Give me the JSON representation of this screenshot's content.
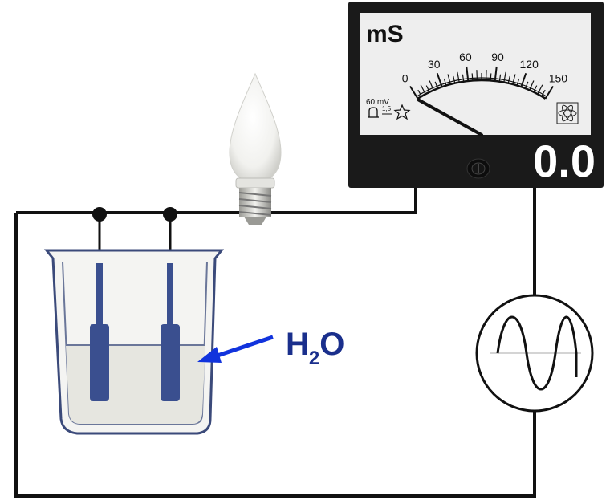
{
  "meter": {
    "unit": "mS",
    "scale_labels": [
      "0",
      "30",
      "60",
      "90",
      "120",
      "150"
    ],
    "scale_max": 150,
    "needle_value": 0,
    "readout": "0.0",
    "voltage_mark": "60 mV",
    "class_mark": "1,5"
  },
  "beaker": {
    "liquid_label_main": "H",
    "liquid_label_sub": "2",
    "liquid_label_end": "O"
  },
  "colors": {
    "wire": "#111111",
    "meter_body": "#111111",
    "meter_face": "#eeeeee",
    "electrode": "#3a4f8f",
    "water": "#e6e6e0",
    "arrow": "#1133dd",
    "label": "#1a2f8c"
  },
  "icons": {
    "source": "ac-source-sine-icon",
    "lamp": "light-bulb-icon"
  }
}
